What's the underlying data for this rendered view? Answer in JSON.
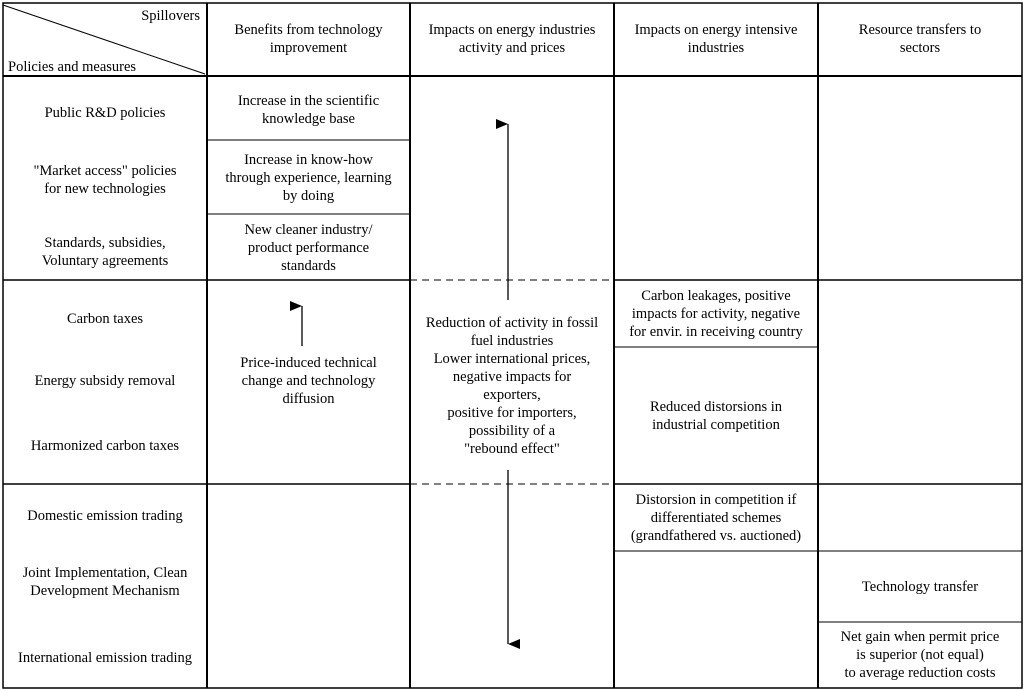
{
  "header": {
    "corner_top": "Spillovers",
    "corner_bottom": "Policies and measures",
    "columns": [
      "Benefits from technology\nimprovement",
      "Impacts on energy industries\nactivity and prices",
      "Impacts on energy intensive\nindustries",
      "Resource transfers to\nsectors"
    ]
  },
  "rows": [
    "Public R&D policies",
    "\"Market access\" policies\nfor new technologies",
    "Standards, subsidies,\nVoluntary agreements",
    "Carbon taxes",
    "Energy subsidy removal",
    "Harmonized carbon taxes",
    "Domestic emission trading",
    "Joint Implementation, Clean\nDevelopment Mechanism",
    "International emission trading"
  ],
  "cells": {
    "benefits": [
      "Increase in the scientific\nknowledge base",
      "Increase in know-how\nthrough experience, learning\nby doing",
      "New cleaner industry/\nproduct performance\nstandards",
      "Price-induced technical\nchange and technology\ndiffusion"
    ],
    "energy_industries": [
      "Reduction of activity in fossil\nfuel industries\nLower international prices,\nnegative impacts for\nexporters,\npositive for importers,\npossibility of a\n\"rebound effect\""
    ],
    "energy_intensive": [
      "Carbon leakages, positive\nimpacts for activity, negative\nfor envir. in receiving country",
      "Reduced distorsions in\nindustrial competition",
      "Distorsion in competition if\ndifferentiated schemes\n(grandfathered vs. auctioned)"
    ],
    "resource_transfers": [
      "Technology transfer",
      "Net gain when permit price\nis superior (not equal)\nto average reduction costs"
    ]
  },
  "colors": {
    "line": "#000000",
    "background": "#ffffff"
  }
}
